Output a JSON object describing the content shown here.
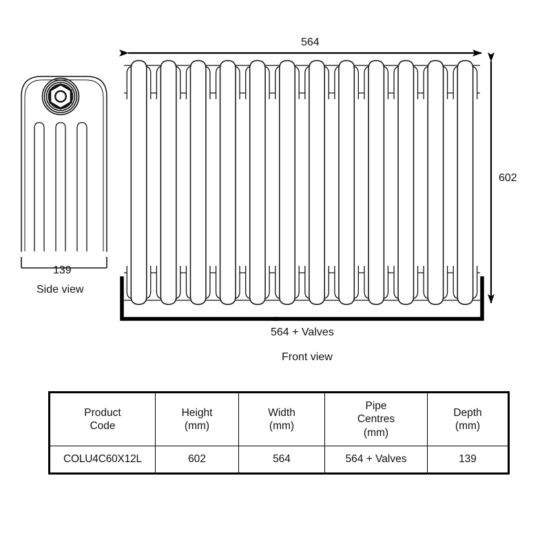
{
  "drawing": {
    "title": "Radiator dimensioned technical drawing",
    "line_color": "#111111",
    "accent_color": "#000000",
    "background": "#ffffff",
    "side_view": {
      "label": "Side view",
      "depth_dimension": "139",
      "slot_count": 3,
      "fitting_icon": "hex-nut-icon"
    },
    "front_view": {
      "label": "Front view",
      "column_count": 12,
      "width_dimension": "564",
      "height_dimension": "602",
      "pipe_centres_dimension": "564 + Valves"
    }
  },
  "spec_table": {
    "headers": [
      {
        "line1": "Product",
        "line2": "Code",
        "line3": ""
      },
      {
        "line1": "Height",
        "line2": "(mm)",
        "line3": ""
      },
      {
        "line1": "Width",
        "line2": "(mm)",
        "line3": ""
      },
      {
        "line1": "Pipe",
        "line2": "Centres",
        "line3": "(mm)"
      },
      {
        "line1": "Depth",
        "line2": "(mm)",
        "line3": ""
      }
    ],
    "row": {
      "product_code": "COLU4C60X12L",
      "height": "602",
      "width": "564",
      "pipe_centres": "564 + Valves",
      "depth": "139"
    }
  }
}
